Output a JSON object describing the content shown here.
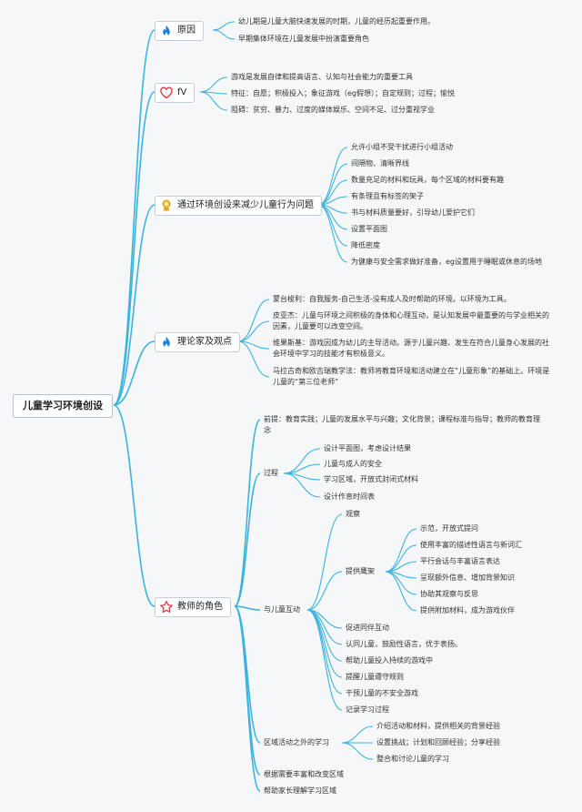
{
  "root": "儿童学习环境创设",
  "branches": [
    {
      "label": "原因",
      "icon": "flame-icon",
      "items": [
        "幼儿期是儿童大脑快速发展的时期，儿童的经历起重要作用。",
        "早期集体环境在儿童发展中扮演重要角色"
      ]
    },
    {
      "label": "fV",
      "icon": "heart-icon",
      "items": [
        "游戏是发展自律和提高语言、认知与社会能力的重要工具",
        "特征：自愿；积极投入；象征游戏（eg假想）；自定规则；过程；愉悦",
        "阻碍：贫穷、暴力、过度的媒体娱乐、空间不足、过分重视学业"
      ]
    },
    {
      "label": "通过环境创设来减少儿童行为问题",
      "icon": "ribbon-icon",
      "items": [
        "允许小组不受干扰进行小组活动",
        "间隔物、清晰界线",
        "数量充足的材料和玩具，每个区域的材料要有趣",
        "有条理且有标签的架子",
        "书与材料质量要好，引导幼儿爱护它们",
        "设置平面图",
        "降低密度",
        "为健康与安全需求做好准备，eg设置用于睡眠或休息的场地"
      ]
    },
    {
      "label": "理论家及观点",
      "icon": "flame-icon",
      "items": [
        "蒙台梭利：自我服务-自己生活-没有成人及时帮助的环境。以环境为工具。",
        "皮亚杰：儿童与环境之间积极的身体和心理互动，是认知发展中最重要的与学业相关的因素，儿童要可以改变空间。",
        "维果斯基：游戏因成为幼儿的主导活动。源于儿童兴趣、发生在符合儿童身心发展的社会环境中学习的技能才有积极意义。",
        "马拉古奇和欧吉瑞教学法：教师将教育环境和活动建立在“儿童形象”的基础上。环境是儿童的“第三位老师”"
      ]
    },
    {
      "label": "教师的角色",
      "icon": "star-icon",
      "premise": "前提：教育实践；儿童的发展水平与兴趣；文化背景；课程标准与指导；教师的教育理念",
      "process": {
        "label": "过程",
        "items": [
          "设计平面图，考虑设计结果",
          "儿童与成人的安全",
          "学习区域，开放式封闭式材料",
          "设计作息时间表"
        ]
      },
      "interaction": {
        "label": "与儿童互动",
        "observe": "观察",
        "scaffold": {
          "label": "提供鹰架",
          "items": [
            "示范，开放式提问",
            "使用丰富的描述性语言与新词汇",
            "平行会话与丰富语言表达",
            "呈现额外信息、增加背景知识",
            "协助其观察与反思",
            "提供附加材料，成为游戏伙伴"
          ]
        },
        "items": [
          "促进同伴互动",
          "认同儿童，鼓励性语言，优于表扬。",
          "帮助儿童投入持续的游戏中",
          "提醒儿童遵守规则",
          "干预儿童的不安全游戏",
          "记录学习过程"
        ]
      },
      "outside": {
        "label": "区域活动之外的学习",
        "items": [
          "介绍活动和材料，提供相关的背景经验",
          "设置挑战；计划和回顾经验；分享经验",
          "整合和讨论儿童的学习"
        ]
      },
      "tail": [
        "根据需要丰富和改变区域",
        "帮助家长理解学习区域"
      ]
    }
  ]
}
